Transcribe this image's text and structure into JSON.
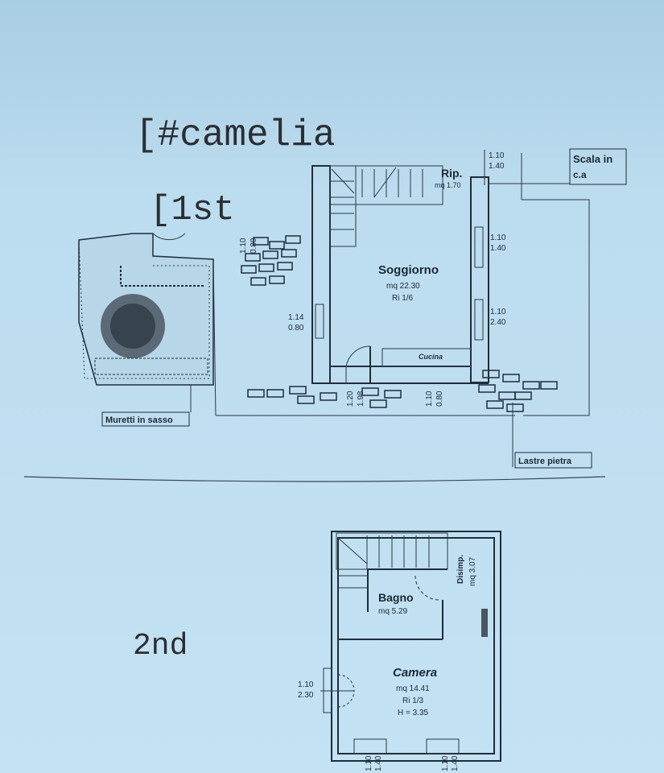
{
  "title": "[#camelia",
  "floors": {
    "first": {
      "label": "[1st",
      "rooms": {
        "soggiorno": {
          "name": "Soggiorno",
          "area": "mq 22.30",
          "ratio": "Ri 1/6"
        },
        "ripostiglio": {
          "name": "Rip.",
          "area": "mq 1.70"
        },
        "cucina": {
          "name": "Cucina"
        }
      },
      "dimensions": {
        "top_right": [
          "1.10",
          "1.40"
        ],
        "right_mid": [
          "1.10",
          "1.40"
        ],
        "right_low": [
          "1.10",
          "2.40"
        ],
        "left_window": [
          "1.14",
          "0.80"
        ],
        "left_wall": [
          "1.10",
          "0.80"
        ],
        "door_bottom": [
          "1.20",
          "1.98"
        ],
        "window_bottom": [
          "1.10",
          "0.80"
        ]
      },
      "callouts": {
        "scala": [
          "Scala in",
          "c.a"
        ],
        "muretti": "Muretti in sasso",
        "lastre": "Lastre pietra"
      }
    },
    "second": {
      "label": "2nd",
      "rooms": {
        "bagno": {
          "name": "Bagno",
          "area": "mq 5.29"
        },
        "disimpegno": {
          "name": "Disimp.",
          "area": "mq 3.07"
        },
        "camera": {
          "name": "Camera",
          "area": "mq 14.41",
          "ratio": "Ri 1/3",
          "height": "H = 3.35"
        }
      },
      "dimensions": {
        "left_door": [
          "1.10",
          "2.30"
        ],
        "bottom_a": [
          "1.10",
          "1.40"
        ],
        "bottom_b": [
          "1.10",
          "1.40"
        ]
      }
    }
  }
}
